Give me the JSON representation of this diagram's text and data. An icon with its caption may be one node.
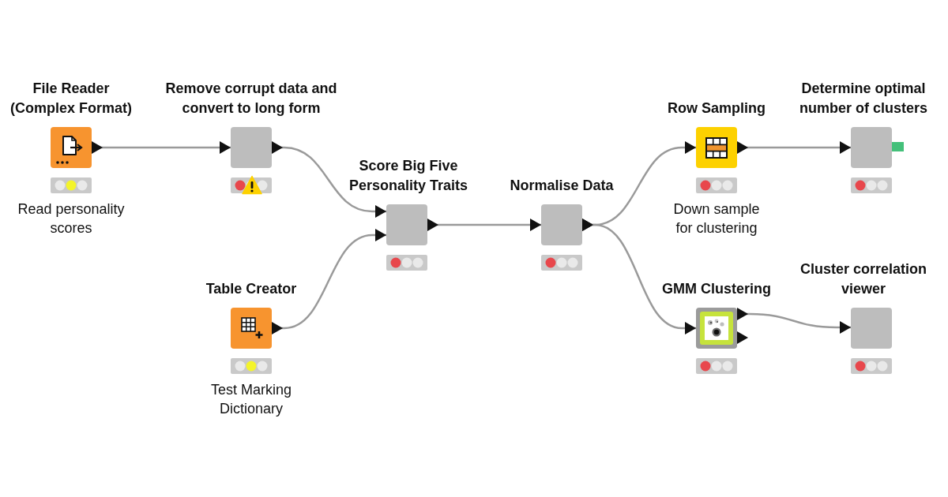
{
  "diagram": {
    "nodes": [
      {
        "text": [
          "File Reader (Complex Format)"
        ],
        "beside": [
          "Read personality scores"
        ]
      },
      {
        "text": [
          "Remove corrupt data and convert to long form"
        ]
      },
      {
        "text": [
          "Table Creator"
        ],
        "beside": [
          "Test Marking Dictionary"
        ]
      },
      {
        "text": [
          "Score Big Five Personality Traits"
        ]
      },
      {
        "text": [
          "Normalise Data"
        ]
      },
      {
        "text": [
          "Row Sampling"
        ],
        "beside": [
          "Down sample for clustering"
        ]
      },
      {
        "text": [
          "Determine optimal number of clusters"
        ]
      },
      {
        "text": [
          "GMM Clustering"
        ]
      },
      {
        "text": [
          "Cluster correlation viewer"
        ]
      }
    ],
    "edges": [
      {
        "from": 0,
        "to": 1,
        "arrow": "to"
      },
      {
        "from": 1,
        "to": 3,
        "arrow": "to"
      },
      {
        "from": 2,
        "to": 3,
        "arrow": "to"
      },
      {
        "from": 3,
        "to": 4,
        "arrow": "to"
      },
      {
        "from": 4,
        "to": 5,
        "arrow": "to"
      },
      {
        "from": 5,
        "to": 6,
        "arrow": "to"
      },
      {
        "from": 4,
        "to": 7,
        "arrow": "to"
      },
      {
        "from": 7,
        "to": 8,
        "arrow": "to"
      }
    ]
  }
}
